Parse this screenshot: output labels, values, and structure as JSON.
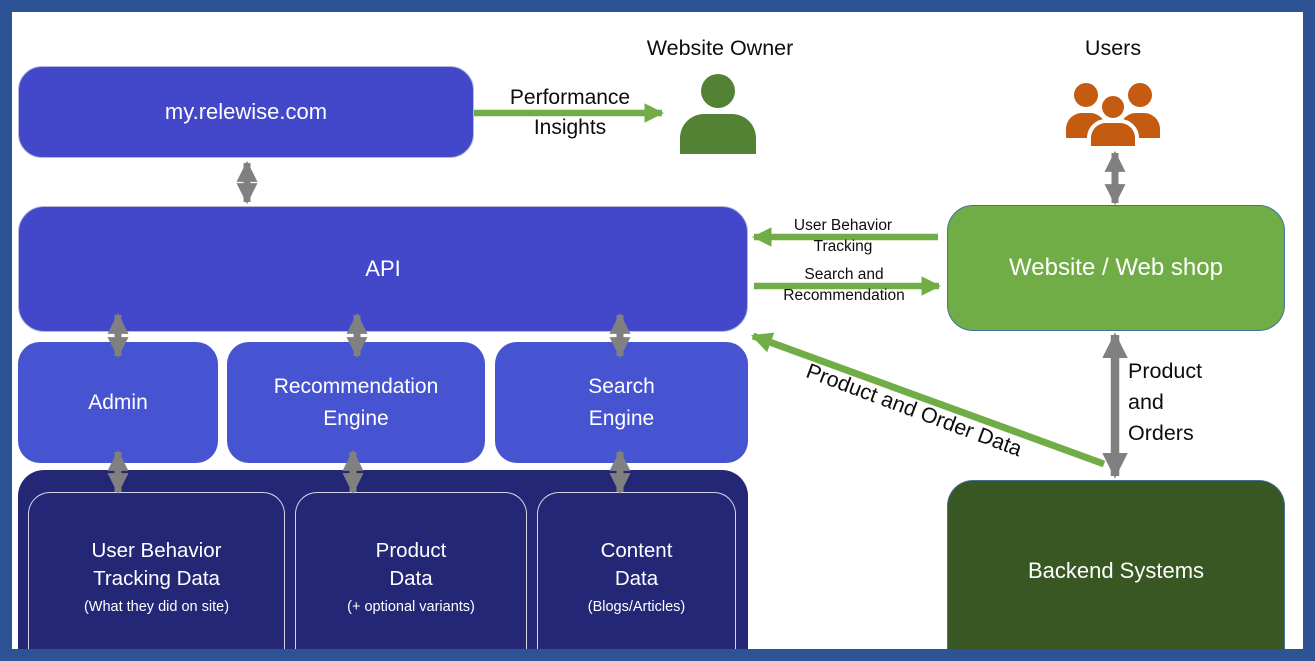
{
  "colors": {
    "frame-blue": "#2E5395",
    "box-blue": "#4347CA",
    "box-blue-light": "#4754D1",
    "navy": "#232776",
    "green": "#70AD47",
    "dark-green": "#385723",
    "green-box-border": "#41719C",
    "box-border-light": "#B5BAD8",
    "person-green": "#548235",
    "users-orange": "#C55A11",
    "arrow-gray": "#808080",
    "arrow-green": "#70AD47",
    "text-dark": "#0d0d0d"
  },
  "nodes": {
    "relewise": "my.relewise.com",
    "api": "API",
    "website": "Website / Web shop",
    "admin": "Admin",
    "recommendation": [
      "Recommendation",
      "Engine"
    ],
    "search": [
      "Search",
      "Engine"
    ],
    "backend": "Backend Systems"
  },
  "stores": [
    {
      "lines": [
        "User Behavior",
        "Tracking Data"
      ],
      "subtitle": "(What they did on site)"
    },
    {
      "lines": [
        "Product",
        "Data"
      ],
      "subtitle": "(+ optional variants)"
    },
    {
      "lines": [
        "Content",
        "Data"
      ],
      "subtitle": "(Blogs/Articles)"
    }
  ],
  "actors": {
    "website_owner": {
      "label": "Website Owner",
      "icon": "person-icon"
    },
    "users": {
      "label": "Users",
      "icon": "users-group-icon"
    }
  },
  "labels": {
    "performance": [
      "Performance",
      "Insights"
    ],
    "user_behavior": [
      "User Behavior",
      "Tracking"
    ],
    "search_reco": [
      "Search and",
      "Recommendation"
    ],
    "product_orders": [
      "Product",
      "and",
      "Orders"
    ],
    "product_order_data": "Product and Order Data"
  }
}
